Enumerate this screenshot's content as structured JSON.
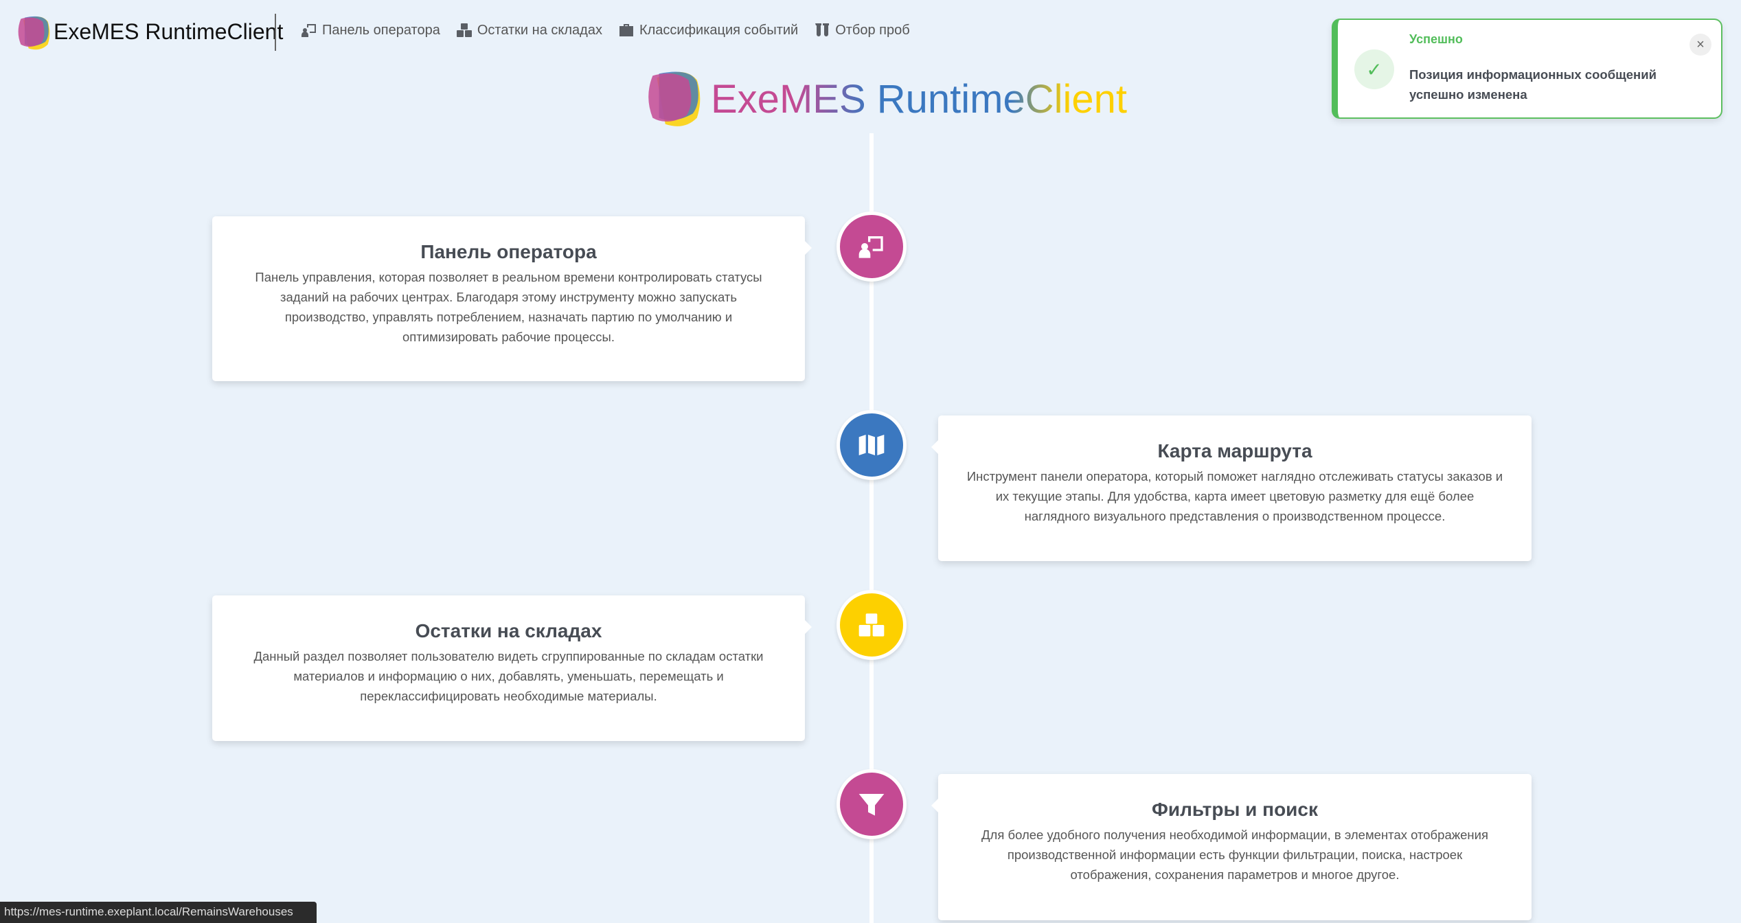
{
  "header": {
    "title": "ExeMES RuntimeClient",
    "nav": [
      {
        "label": "Панель оператора",
        "icon": "operator-panel-icon"
      },
      {
        "label": "Остатки на складах",
        "icon": "boxes-icon"
      },
      {
        "label": "Классификация событий",
        "icon": "toolbox-icon"
      },
      {
        "label": "Отбор проб",
        "icon": "flask-icon"
      }
    ]
  },
  "hero": {
    "logo_text": "ExeMES RuntimeClient"
  },
  "colors": {
    "magenta": "#c44a93",
    "blue": "#3b78c0",
    "yellow": "#fdd000",
    "success": "#52bd5a"
  },
  "timeline": [
    {
      "title": "Панель оператора",
      "text": "Панель управления, которая позволяет в реальном времени контролировать статусы заданий на рабочих центрах. Благодаря этому инструменту можно запускать производство, управлять потреблением, назначать партию по умолчанию и оптимизировать рабочие процессы.",
      "icon": "operator-panel-icon"
    },
    {
      "title": "Карта маршрута",
      "text": "Инструмент панели оператора, который поможет наглядно отслеживать статусы заказов и их текущие этапы. Для удобства, карта имеет цветовую разметку для ещё более наглядного визуального представления о производственном процессе.",
      "icon": "map-icon"
    },
    {
      "title": "Остатки на складах",
      "text": "Данный раздел позволяет пользователю видеть сгруппированные по складам остатки материалов и информацию о них, добавлять, уменьшать, перемещать и переклассифицировать необходимые материалы.",
      "icon": "boxes-icon"
    },
    {
      "title": "Фильтры и поиск",
      "text": "Для более удобного получения необходимой информации, в элементах отображения производственной информации есть функции фильтрации, поиска, настроек отображения, сохранения параметров и многое другое.",
      "icon": "filter-icon"
    }
  ],
  "toast": {
    "title": "Успешно",
    "message": "Позиция информационных сообщений успешно изменена",
    "close": "×",
    "check": "✓"
  },
  "status_url": "https://mes-runtime.exeplant.local/RemainsWarehouses"
}
